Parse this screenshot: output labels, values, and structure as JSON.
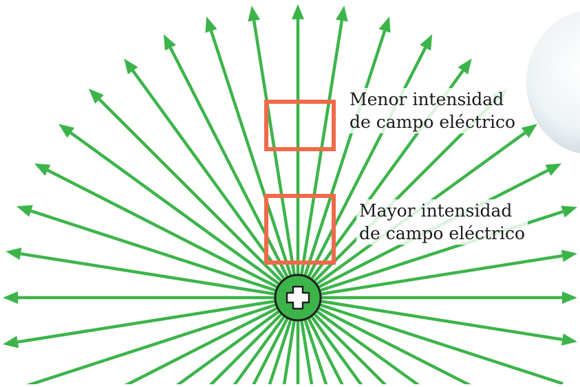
{
  "diagram": {
    "charge_sign": "+",
    "field_line_count": 40,
    "colors": {
      "field_line": "#3cb44a",
      "charge_fill": "#3cb44a",
      "charge_stroke": "#1f1f1f",
      "highlight_box": "#f06a4a",
      "label_text": "#1a1a1a"
    }
  },
  "labels": {
    "lower": {
      "line1": "Menor intensidad",
      "line2": "de campo eléctrico"
    },
    "higher": {
      "line1": "Mayor intensidad",
      "line2": "de campo eléctrico"
    }
  }
}
